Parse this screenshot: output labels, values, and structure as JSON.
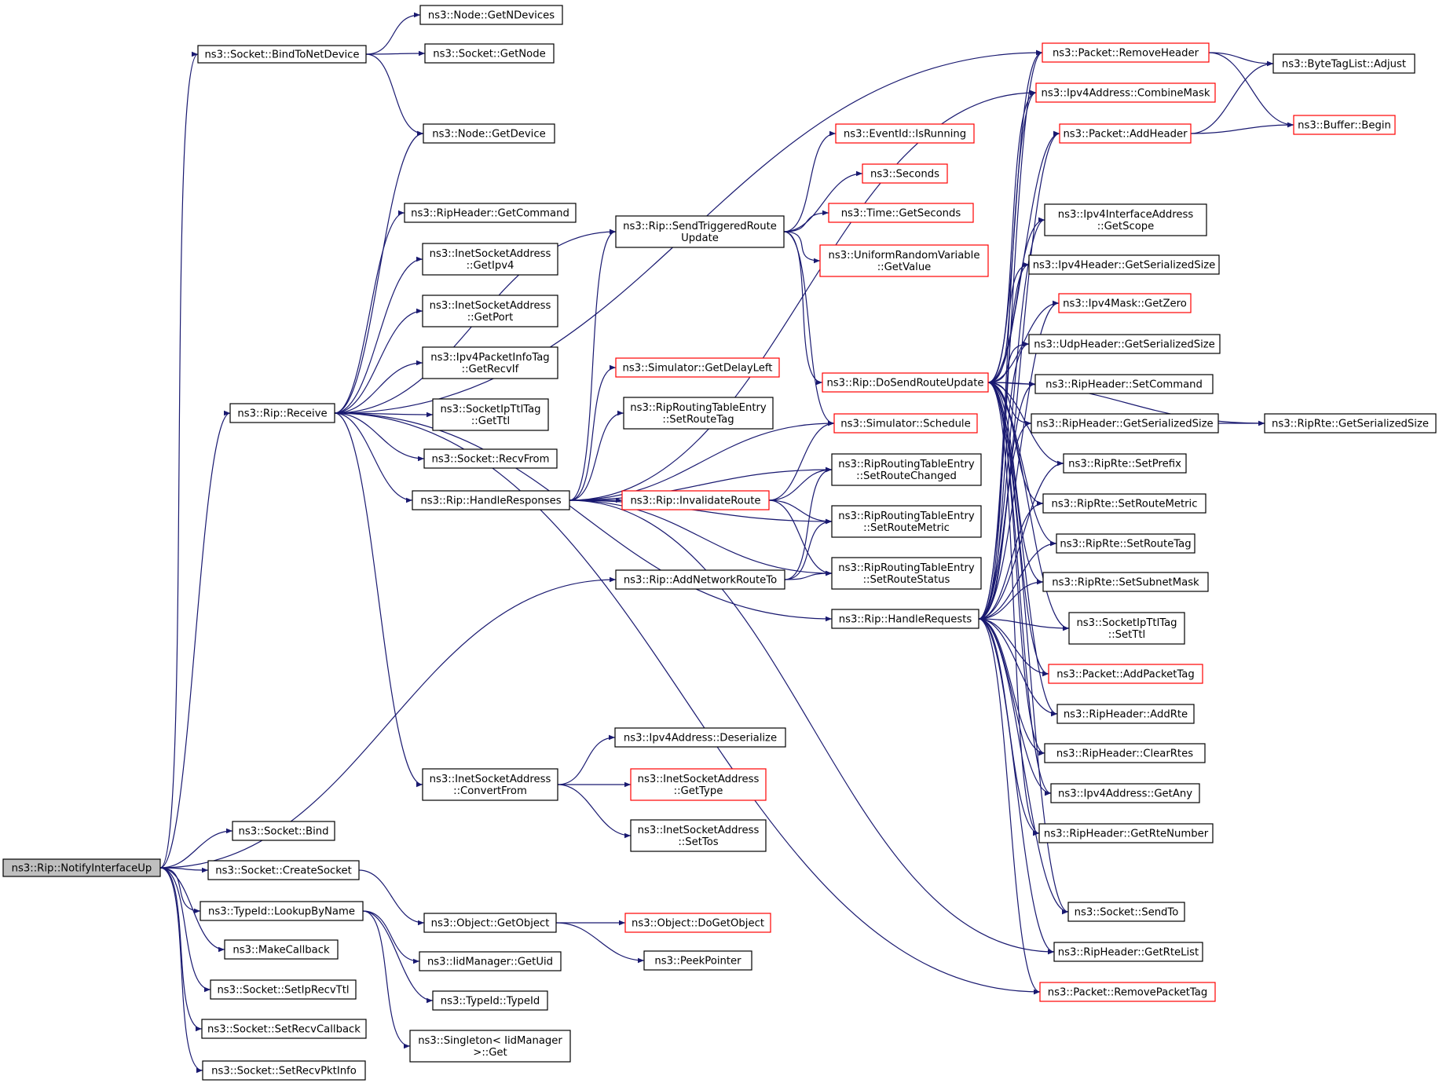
{
  "nodes": [
    {
      "id": "notify",
      "lines": [
        "ns3::Rip::NotifyInterfaceUp"
      ],
      "style": "root"
    },
    {
      "id": "bindToNetDevice",
      "lines": [
        "ns3::Socket::BindToNetDevice"
      ],
      "style": "black"
    },
    {
      "id": "nodeGetNDevices",
      "lines": [
        "ns3::Node::GetNDevices"
      ],
      "style": "black"
    },
    {
      "id": "socketGetNode",
      "lines": [
        "ns3::Socket::GetNode"
      ],
      "style": "black"
    },
    {
      "id": "nodeGetDevice",
      "lines": [
        "ns3::Node::GetDevice"
      ],
      "style": "black"
    },
    {
      "id": "ripHeaderGetCommand",
      "lines": [
        "ns3::RipHeader::GetCommand"
      ],
      "style": "black"
    },
    {
      "id": "inetGetIpv4",
      "lines": [
        "ns3::InetSocketAddress",
        "::GetIpv4"
      ],
      "style": "black"
    },
    {
      "id": "inetGetPort",
      "lines": [
        "ns3::InetSocketAddress",
        "::GetPort"
      ],
      "style": "black"
    },
    {
      "id": "ipv4PktInfoGetRecvIf",
      "lines": [
        "ns3::Ipv4PacketInfoTag",
        "::GetRecvIf"
      ],
      "style": "black"
    },
    {
      "id": "socketIpTtlGetTtl",
      "lines": [
        "ns3::SocketIpTtlTag",
        "::GetTtl"
      ],
      "style": "black"
    },
    {
      "id": "socketRecvFrom",
      "lines": [
        "ns3::Socket::RecvFrom"
      ],
      "style": "black"
    },
    {
      "id": "ripReceive",
      "lines": [
        "ns3::Rip::Receive"
      ],
      "style": "black"
    },
    {
      "id": "ripHandleResponses",
      "lines": [
        "ns3::Rip::HandleResponses"
      ],
      "style": "black"
    },
    {
      "id": "ripSendTriggered",
      "lines": [
        "ns3::Rip::SendTriggeredRoute",
        "Update"
      ],
      "style": "black"
    },
    {
      "id": "simGetDelayLeft",
      "lines": [
        "ns3::Simulator::GetDelayLeft"
      ],
      "style": "red"
    },
    {
      "id": "rteSetRouteTag",
      "lines": [
        "ns3::RipRoutingTableEntry",
        "::SetRouteTag"
      ],
      "style": "black"
    },
    {
      "id": "ripInvalidateRoute",
      "lines": [
        "ns3::Rip::InvalidateRoute"
      ],
      "style": "red"
    },
    {
      "id": "ripAddNetworkRouteTo",
      "lines": [
        "ns3::Rip::AddNetworkRouteTo"
      ],
      "style": "black"
    },
    {
      "id": "ipv4AddrDeserialize",
      "lines": [
        "ns3::Ipv4Address::Deserialize"
      ],
      "style": "black"
    },
    {
      "id": "inetConvertFrom",
      "lines": [
        "ns3::InetSocketAddress",
        "::ConvertFrom"
      ],
      "style": "black"
    },
    {
      "id": "inetGetType",
      "lines": [
        "ns3::InetSocketAddress",
        "::GetType"
      ],
      "style": "red"
    },
    {
      "id": "inetSetTos",
      "lines": [
        "ns3::InetSocketAddress",
        "::SetTos"
      ],
      "style": "black"
    },
    {
      "id": "socketBind",
      "lines": [
        "ns3::Socket::Bind"
      ],
      "style": "black"
    },
    {
      "id": "socketCreateSocket",
      "lines": [
        "ns3::Socket::CreateSocket"
      ],
      "style": "black"
    },
    {
      "id": "typeIdLookupByName",
      "lines": [
        "ns3::TypeId::LookupByName"
      ],
      "style": "black"
    },
    {
      "id": "makeCallback",
      "lines": [
        "ns3::MakeCallback"
      ],
      "style": "black"
    },
    {
      "id": "socketSetIpRecvTtl",
      "lines": [
        "ns3::Socket::SetIpRecvTtl"
      ],
      "style": "black"
    },
    {
      "id": "socketSetRecvCallback",
      "lines": [
        "ns3::Socket::SetRecvCallback"
      ],
      "style": "black"
    },
    {
      "id": "socketSetRecvPktInfo",
      "lines": [
        "ns3::Socket::SetRecvPktInfo"
      ],
      "style": "black"
    },
    {
      "id": "objectGetObject",
      "lines": [
        "ns3::Object::GetObject"
      ],
      "style": "black"
    },
    {
      "id": "objectDoGetObject",
      "lines": [
        "ns3::Object::DoGetObject"
      ],
      "style": "red"
    },
    {
      "id": "peekPointer",
      "lines": [
        "ns3::PeekPointer"
      ],
      "style": "black"
    },
    {
      "id": "iidGetUid",
      "lines": [
        "ns3::IidManager::GetUid"
      ],
      "style": "black"
    },
    {
      "id": "typeIdTypeId",
      "lines": [
        "ns3::TypeId::TypeId"
      ],
      "style": "black"
    },
    {
      "id": "singletonGet",
      "lines": [
        "ns3::Singleton< IidManager",
        ">::Get"
      ],
      "style": "black"
    },
    {
      "id": "eventIsRunning",
      "lines": [
        "ns3::EventId::IsRunning"
      ],
      "style": "red"
    },
    {
      "id": "seconds",
      "lines": [
        "ns3::Seconds"
      ],
      "style": "red"
    },
    {
      "id": "timeGetSeconds",
      "lines": [
        "ns3::Time::GetSeconds"
      ],
      "style": "red"
    },
    {
      "id": "uniformGetValue",
      "lines": [
        "ns3::UniformRandomVariable",
        "::GetValue"
      ],
      "style": "red"
    },
    {
      "id": "ripDoSendRouteUpdate",
      "lines": [
        "ns3::Rip::DoSendRouteUpdate"
      ],
      "style": "red"
    },
    {
      "id": "simSchedule",
      "lines": [
        "ns3::Simulator::Schedule"
      ],
      "style": "red"
    },
    {
      "id": "rteSetRouteChanged",
      "lines": [
        "ns3::RipRoutingTableEntry",
        "::SetRouteChanged"
      ],
      "style": "black"
    },
    {
      "id": "rteSetRouteMetric",
      "lines": [
        "ns3::RipRoutingTableEntry",
        "::SetRouteMetric"
      ],
      "style": "black"
    },
    {
      "id": "rteSetRouteStatus",
      "lines": [
        "ns3::RipRoutingTableEntry",
        "::SetRouteStatus"
      ],
      "style": "black"
    },
    {
      "id": "ripHandleRequests",
      "lines": [
        "ns3::Rip::HandleRequests"
      ],
      "style": "black"
    },
    {
      "id": "pktRemoveHeader",
      "lines": [
        "ns3::Packet::RemoveHeader"
      ],
      "style": "red"
    },
    {
      "id": "ipv4CombineMask",
      "lines": [
        "ns3::Ipv4Address::CombineMask"
      ],
      "style": "red"
    },
    {
      "id": "pktAddHeader",
      "lines": [
        "ns3::Packet::AddHeader"
      ],
      "style": "red"
    },
    {
      "id": "ipv4IfaceGetScope",
      "lines": [
        "ns3::Ipv4InterfaceAddress",
        "::GetScope"
      ],
      "style": "black"
    },
    {
      "id": "ipv4HdrGetSize",
      "lines": [
        "ns3::Ipv4Header::GetSerializedSize"
      ],
      "style": "black"
    },
    {
      "id": "ipv4MaskGetZero",
      "lines": [
        "ns3::Ipv4Mask::GetZero"
      ],
      "style": "red"
    },
    {
      "id": "udpHdrGetSize",
      "lines": [
        "ns3::UdpHeader::GetSerializedSize"
      ],
      "style": "black"
    },
    {
      "id": "ripHdrSetCommand",
      "lines": [
        "ns3::RipHeader::SetCommand"
      ],
      "style": "black"
    },
    {
      "id": "ripHdrGetSize",
      "lines": [
        "ns3::RipHeader::GetSerializedSize"
      ],
      "style": "black"
    },
    {
      "id": "ripRteSetPrefix",
      "lines": [
        "ns3::RipRte::SetPrefix"
      ],
      "style": "black"
    },
    {
      "id": "ripRteSetRouteMetric",
      "lines": [
        "ns3::RipRte::SetRouteMetric"
      ],
      "style": "black"
    },
    {
      "id": "ripRteSetRouteTag",
      "lines": [
        "ns3::RipRte::SetRouteTag"
      ],
      "style": "black"
    },
    {
      "id": "ripRteSetSubnetMask",
      "lines": [
        "ns3::RipRte::SetSubnetMask"
      ],
      "style": "black"
    },
    {
      "id": "socketIpTtlSetTtl",
      "lines": [
        "ns3::SocketIpTtlTag",
        "::SetTtl"
      ],
      "style": "black"
    },
    {
      "id": "pktAddPacketTag",
      "lines": [
        "ns3::Packet::AddPacketTag"
      ],
      "style": "red"
    },
    {
      "id": "ripHdrAddRte",
      "lines": [
        "ns3::RipHeader::AddRte"
      ],
      "style": "black"
    },
    {
      "id": "ripHdrClearRtes",
      "lines": [
        "ns3::RipHeader::ClearRtes"
      ],
      "style": "black"
    },
    {
      "id": "ipv4AddrGetAny",
      "lines": [
        "ns3::Ipv4Address::GetAny"
      ],
      "style": "black"
    },
    {
      "id": "ripHdrGetRteNumber",
      "lines": [
        "ns3::RipHeader::GetRteNumber"
      ],
      "style": "black"
    },
    {
      "id": "socketSendTo",
      "lines": [
        "ns3::Socket::SendTo"
      ],
      "style": "black"
    },
    {
      "id": "ripHdrGetRteList",
      "lines": [
        "ns3::RipHeader::GetRteList"
      ],
      "style": "black"
    },
    {
      "id": "pktRemovePacketTag",
      "lines": [
        "ns3::Packet::RemovePacketTag"
      ],
      "style": "red"
    },
    {
      "id": "byteTagListAdjust",
      "lines": [
        "ns3::ByteTagList::Adjust"
      ],
      "style": "black"
    },
    {
      "id": "bufferBegin",
      "lines": [
        "ns3::Buffer::Begin"
      ],
      "style": "red"
    },
    {
      "id": "ripRteGetSize",
      "lines": [
        "ns3::RipRte::GetSerializedSize"
      ],
      "style": "black"
    }
  ],
  "edges": [
    [
      "notify",
      "bindToNetDevice"
    ],
    [
      "notify",
      "ripReceive"
    ],
    [
      "notify",
      "ripAddNetworkRouteTo"
    ],
    [
      "notify",
      "socketBind"
    ],
    [
      "notify",
      "socketCreateSocket"
    ],
    [
      "notify",
      "typeIdLookupByName"
    ],
    [
      "notify",
      "makeCallback"
    ],
    [
      "notify",
      "socketSetIpRecvTtl"
    ],
    [
      "notify",
      "socketSetRecvCallback"
    ],
    [
      "notify",
      "socketSetRecvPktInfo"
    ],
    [
      "bindToNetDevice",
      "nodeGetNDevices"
    ],
    [
      "bindToNetDevice",
      "socketGetNode"
    ],
    [
      "bindToNetDevice",
      "nodeGetDevice"
    ],
    [
      "ripReceive",
      "nodeGetDevice"
    ],
    [
      "ripReceive",
      "ripHeaderGetCommand"
    ],
    [
      "ripReceive",
      "inetGetIpv4"
    ],
    [
      "ripReceive",
      "inetGetPort"
    ],
    [
      "ripReceive",
      "ipv4PktInfoGetRecvIf"
    ],
    [
      "ripReceive",
      "socketIpTtlGetTtl"
    ],
    [
      "ripReceive",
      "socketRecvFrom"
    ],
    [
      "ripReceive",
      "ripHandleResponses"
    ],
    [
      "ripReceive",
      "ripSendTriggered"
    ],
    [
      "ripReceive",
      "pktRemoveHeader"
    ],
    [
      "ripReceive",
      "inetConvertFrom"
    ],
    [
      "ripReceive",
      "ripHandleRequests"
    ],
    [
      "ripReceive",
      "pktRemovePacketTag"
    ],
    [
      "ripHandleResponses",
      "ripSendTriggered"
    ],
    [
      "ripHandleResponses",
      "simGetDelayLeft"
    ],
    [
      "ripHandleResponses",
      "rteSetRouteTag"
    ],
    [
      "ripHandleResponses",
      "ripInvalidateRoute"
    ],
    [
      "ripHandleResponses",
      "rteSetRouteChanged"
    ],
    [
      "ripHandleResponses",
      "rteSetRouteMetric"
    ],
    [
      "ripHandleResponses",
      "rteSetRouteStatus"
    ],
    [
      "ripHandleResponses",
      "simSchedule"
    ],
    [
      "ripHandleResponses",
      "ipv4CombineMask"
    ],
    [
      "ripHandleResponses",
      "ripHdrGetRteList"
    ],
    [
      "ripSendTriggered",
      "eventIsRunning"
    ],
    [
      "ripSendTriggered",
      "seconds"
    ],
    [
      "ripSendTriggered",
      "timeGetSeconds"
    ],
    [
      "ripSendTriggered",
      "uniformGetValue"
    ],
    [
      "ripSendTriggered",
      "ripDoSendRouteUpdate"
    ],
    [
      "ripSendTriggered",
      "simSchedule"
    ],
    [
      "ripInvalidateRoute",
      "simSchedule"
    ],
    [
      "ripInvalidateRoute",
      "rteSetRouteChanged"
    ],
    [
      "ripInvalidateRoute",
      "rteSetRouteMetric"
    ],
    [
      "ripInvalidateRoute",
      "rteSetRouteStatus"
    ],
    [
      "ripAddNetworkRouteTo",
      "rteSetRouteChanged"
    ],
    [
      "ripAddNetworkRouteTo",
      "rteSetRouteMetric"
    ],
    [
      "ripAddNetworkRouteTo",
      "rteSetRouteStatus"
    ],
    [
      "inetConvertFrom",
      "ipv4AddrDeserialize"
    ],
    [
      "inetConvertFrom",
      "inetGetType"
    ],
    [
      "inetConvertFrom",
      "inetSetTos"
    ],
    [
      "socketCreateSocket",
      "objectGetObject"
    ],
    [
      "typeIdLookupByName",
      "iidGetUid"
    ],
    [
      "typeIdLookupByName",
      "typeIdTypeId"
    ],
    [
      "typeIdLookupByName",
      "singletonGet"
    ],
    [
      "objectGetObject",
      "objectDoGetObject"
    ],
    [
      "objectGetObject",
      "peekPointer"
    ],
    [
      "ripDoSendRouteUpdate",
      "pktRemoveHeader"
    ],
    [
      "ripDoSendRouteUpdate",
      "ipv4CombineMask"
    ],
    [
      "ripDoSendRouteUpdate",
      "pktAddHeader"
    ],
    [
      "ripDoSendRouteUpdate",
      "ipv4IfaceGetScope"
    ],
    [
      "ripDoSendRouteUpdate",
      "ipv4HdrGetSize"
    ],
    [
      "ripDoSendRouteUpdate",
      "ipv4MaskGetZero"
    ],
    [
      "ripDoSendRouteUpdate",
      "udpHdrGetSize"
    ],
    [
      "ripDoSendRouteUpdate",
      "ripHdrSetCommand"
    ],
    [
      "ripDoSendRouteUpdate",
      "ripHdrGetSize"
    ],
    [
      "ripDoSendRouteUpdate",
      "ripRteSetPrefix"
    ],
    [
      "ripDoSendRouteUpdate",
      "ripRteSetRouteMetric"
    ],
    [
      "ripDoSendRouteUpdate",
      "ripRteSetRouteTag"
    ],
    [
      "ripDoSendRouteUpdate",
      "ripRteSetSubnetMask"
    ],
    [
      "ripDoSendRouteUpdate",
      "socketIpTtlSetTtl"
    ],
    [
      "ripDoSendRouteUpdate",
      "pktAddPacketTag"
    ],
    [
      "ripDoSendRouteUpdate",
      "ripHdrAddRte"
    ],
    [
      "ripDoSendRouteUpdate",
      "ripHdrClearRtes"
    ],
    [
      "ripDoSendRouteUpdate",
      "ipv4AddrGetAny"
    ],
    [
      "ripDoSendRouteUpdate",
      "ripHdrGetRteNumber"
    ],
    [
      "ripDoSendRouteUpdate",
      "socketSendTo"
    ],
    [
      "ripDoSendRouteUpdate",
      "ripRteGetSize"
    ],
    [
      "ripHandleRequests",
      "pktRemoveHeader"
    ],
    [
      "ripHandleRequests",
      "ipv4CombineMask"
    ],
    [
      "ripHandleRequests",
      "pktAddHeader"
    ],
    [
      "ripHandleRequests",
      "ipv4IfaceGetScope"
    ],
    [
      "ripHandleRequests",
      "ipv4HdrGetSize"
    ],
    [
      "ripHandleRequests",
      "ipv4MaskGetZero"
    ],
    [
      "ripHandleRequests",
      "udpHdrGetSize"
    ],
    [
      "ripHandleRequests",
      "ripHdrSetCommand"
    ],
    [
      "ripHandleRequests",
      "ripHdrGetSize"
    ],
    [
      "ripHandleRequests",
      "ripRteSetPrefix"
    ],
    [
      "ripHandleRequests",
      "ripRteSetRouteMetric"
    ],
    [
      "ripHandleRequests",
      "ripRteSetRouteTag"
    ],
    [
      "ripHandleRequests",
      "ripRteSetSubnetMask"
    ],
    [
      "ripHandleRequests",
      "socketIpTtlSetTtl"
    ],
    [
      "ripHandleRequests",
      "pktAddPacketTag"
    ],
    [
      "ripHandleRequests",
      "ripHdrAddRte"
    ],
    [
      "ripHandleRequests",
      "ripHdrClearRtes"
    ],
    [
      "ripHandleRequests",
      "ipv4AddrGetAny"
    ],
    [
      "ripHandleRequests",
      "ripHdrGetRteNumber"
    ],
    [
      "ripHandleRequests",
      "socketSendTo"
    ],
    [
      "ripHandleRequests",
      "ripHdrGetRteList"
    ],
    [
      "ripHandleRequests",
      "pktRemovePacketTag"
    ],
    [
      "pktRemoveHeader",
      "byteTagListAdjust"
    ],
    [
      "pktRemoveHeader",
      "bufferBegin"
    ],
    [
      "pktAddHeader",
      "byteTagListAdjust"
    ],
    [
      "pktAddHeader",
      "bufferBegin"
    ],
    [
      "ripHdrGetSize",
      "ripRteGetSize"
    ]
  ],
  "colors": {
    "edge": "#191970",
    "border": "#000000",
    "border_highlight": "#ff0000",
    "root_fill": "#bfbfbf"
  }
}
